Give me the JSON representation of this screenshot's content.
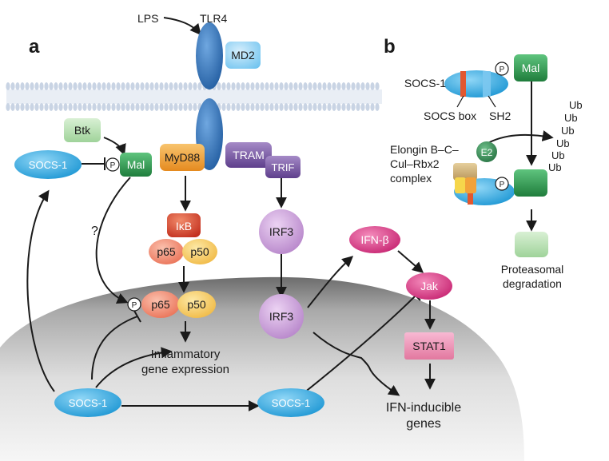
{
  "panels": {
    "a": "a",
    "b": "b"
  },
  "receptor": {
    "ligand": "LPS",
    "name": "TLR4",
    "coreceptor": "MD2"
  },
  "adaptors": {
    "btk": "Btk",
    "mal": "Mal",
    "myd88": "MyD88",
    "tram": "TRAM",
    "trif": "TRIF"
  },
  "nfkb": {
    "ikb": "IκB",
    "p65": "p65",
    "p50": "p50",
    "unknown_step": "?"
  },
  "phospho": "P",
  "socs1": "SOCS-1",
  "irf3": "IRF3",
  "interferon": {
    "ifn_beta": "IFN-β",
    "jak": "Jak",
    "stat1": "STAT1"
  },
  "outputs": {
    "inflammatory_line1": "Inflammatory",
    "inflammatory_line2": "gene expression",
    "ifn_genes_line1": "IFN-inducible",
    "ifn_genes_line2": "genes"
  },
  "panel_b": {
    "socs1": "SOCS-1",
    "mal": "Mal",
    "socs_box": "SOCS box",
    "sh2": "SH2",
    "e2": "E2",
    "complex_line1": "Elongin B–C–",
    "complex_line2": "Cul–Rbx2",
    "complex_line3": "complex",
    "ubiquitin": [
      "Ub",
      "Ub",
      "Ub",
      "Ub",
      "Ub",
      "Ub"
    ],
    "degradation_line1": "Proteasomal",
    "degradation_line2": "degradation"
  },
  "colors": {
    "tlr4_blue": "#2f6fb3",
    "socs_cyan": "#29a9e1",
    "mal_green": "#2e9a4e",
    "myd88_orange": "#f2a23a",
    "tram_purple": "#7d5aa5",
    "irf3_lilac": "#c79ad6",
    "ifn_magenta": "#d6307e",
    "stat1_pink": "#ec8db6",
    "ikb_red": "#d9412b",
    "p65_salmon": "#ef7f63",
    "p50_yellow": "#f6c84b"
  }
}
